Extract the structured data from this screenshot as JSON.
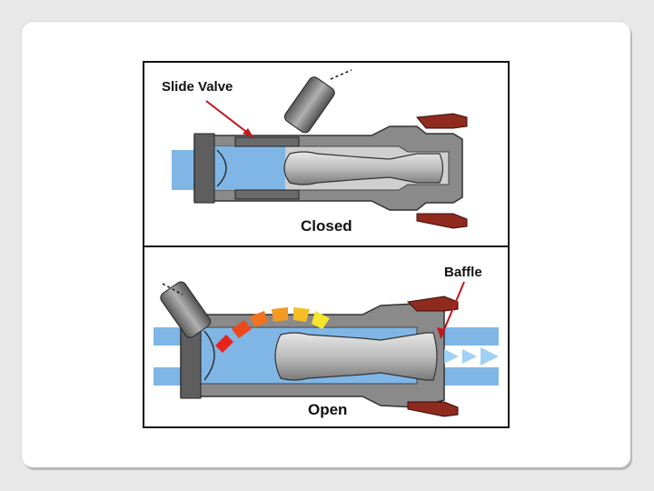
{
  "diagram": {
    "top_panel": {
      "state_label": "Closed",
      "part_label": "Slide Valve"
    },
    "bottom_panel": {
      "state_label": "Open",
      "part_label": "Baffle"
    }
  },
  "colors": {
    "water": "#7fb6e6",
    "metal": "#8a8a8a",
    "metal_dark": "#4a4a4a",
    "red_part": "#8f2a1e",
    "pointer": "#c4161c",
    "arc_start": "#e8241a",
    "arc_end": "#f6e52a"
  }
}
